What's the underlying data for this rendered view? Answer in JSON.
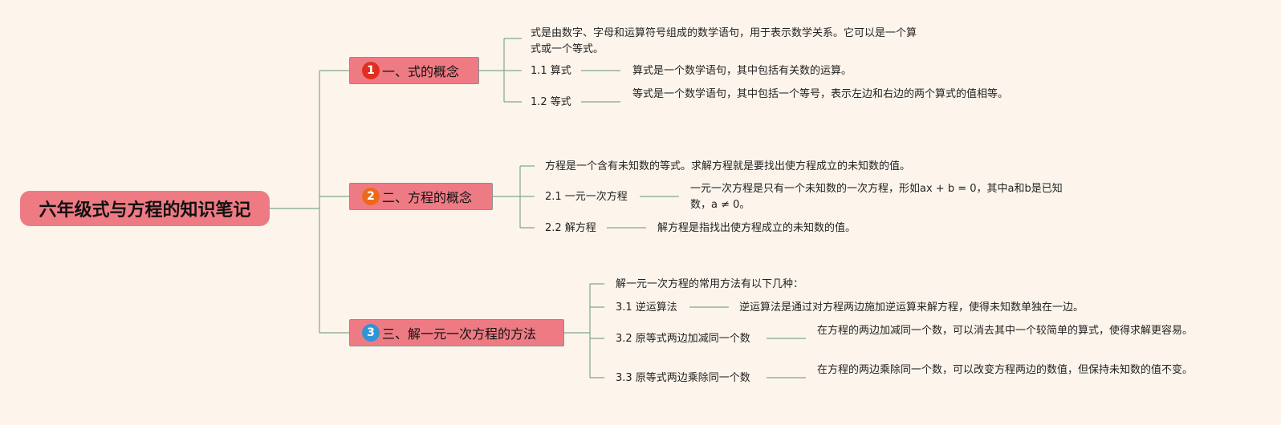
{
  "root": {
    "label": "六年级式与方程的知识笔记"
  },
  "colors": {
    "node_fill": "#ee7b84",
    "line": "#7fa68f",
    "background": "#fdf5ec",
    "badge_1": "#e02f20",
    "badge_2": "#ed6a1d",
    "badge_3": "#2f95d4"
  },
  "branches": [
    {
      "num": "1",
      "label": "一、式的概念",
      "intro": "式是由数字、字母和运算符号组成的数学语句，用于表示数学关系。它可以是一个算式或一个等式。",
      "items": [
        {
          "label": "1.1 算式",
          "desc": "算式是一个数学语句，其中包括有关数的运算。"
        },
        {
          "label": "1.2 等式",
          "desc": "等式是一个数学语句，其中包括一个等号，表示左边和右边的两个算式的值相等。"
        }
      ]
    },
    {
      "num": "2",
      "label": "二、方程的概念",
      "intro": "方程是一个含有未知数的等式。求解方程就是要找出使方程成立的未知数的值。",
      "items": [
        {
          "label": "2.1 一元一次方程",
          "desc": "一元一次方程是只有一个未知数的一次方程，形如ax + b = 0，其中a和b是已知数，a ≠ 0。"
        },
        {
          "label": "2.2 解方程",
          "desc": "解方程是指找出使方程成立的未知数的值。"
        }
      ]
    },
    {
      "num": "3",
      "label": "三、解一元一次方程的方法",
      "intro": "解一元一次方程的常用方法有以下几种：",
      "items": [
        {
          "label": "3.1 逆运算法",
          "desc": "逆运算法是通过对方程两边施加逆运算来解方程，使得未知数单独在一边。"
        },
        {
          "label": "3.2 原等式两边加减同一个数",
          "desc": "在方程的两边加减同一个数，可以消去其中一个较简单的算式，使得求解更容易。"
        },
        {
          "label": "3.3 原等式两边乘除同一个数",
          "desc": "在方程的两边乘除同一个数，可以改变方程两边的数值，但保持未知数的值不变。"
        }
      ]
    }
  ]
}
